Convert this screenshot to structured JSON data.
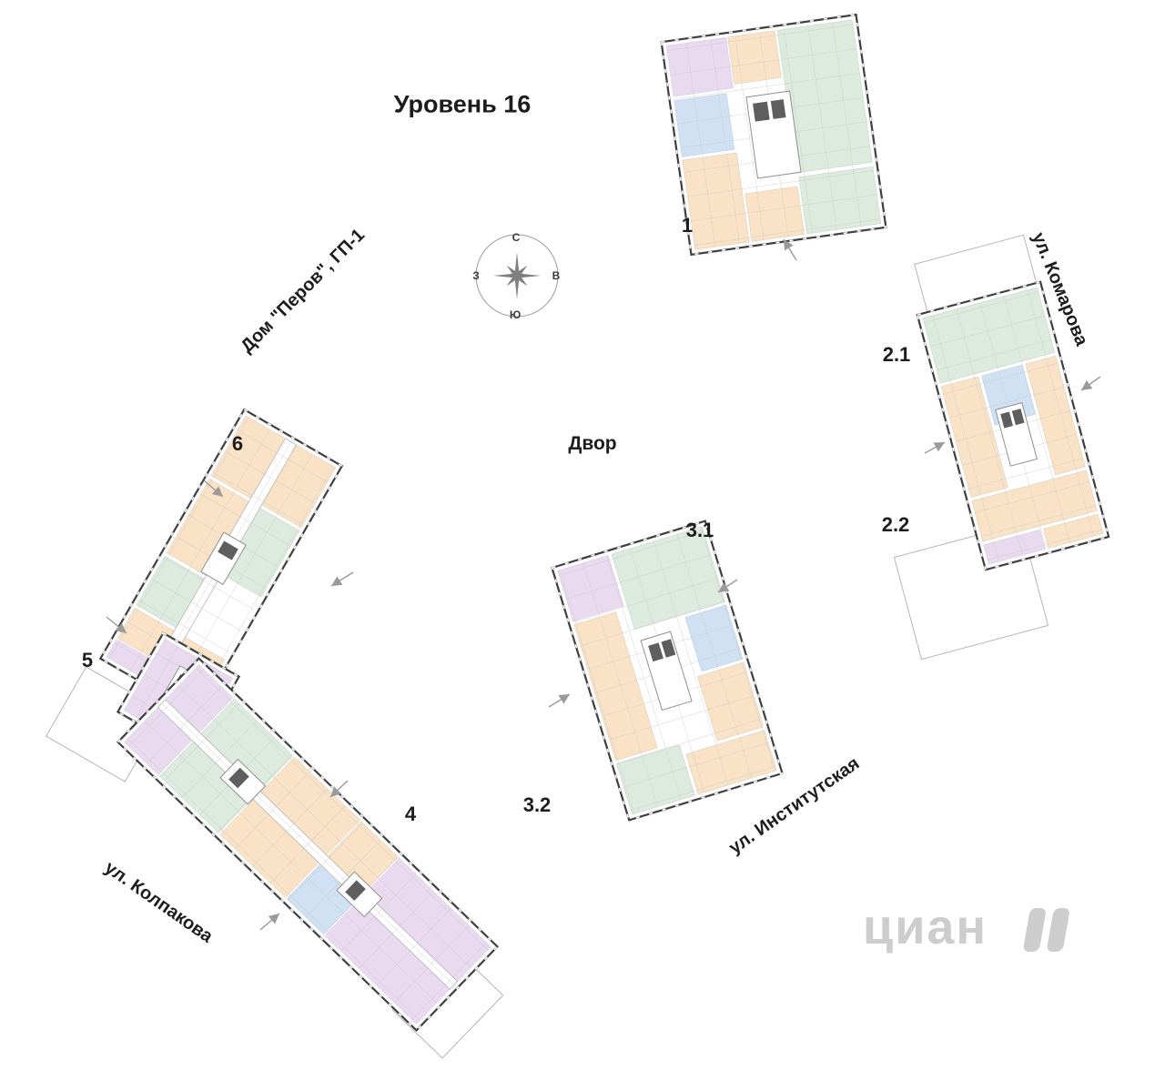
{
  "page": {
    "title": "Уровень 16"
  },
  "plan": {
    "project_label": "Дом \"Перов\", ГП-1",
    "courtyard_label": "Двор"
  },
  "buildings": [
    {
      "label": "1"
    },
    {
      "label": "2.1"
    },
    {
      "label": "2.2"
    },
    {
      "label": "3.1"
    },
    {
      "label": "3.2"
    },
    {
      "label": "4"
    },
    {
      "label": "5"
    },
    {
      "label": "6"
    }
  ],
  "streets": [
    {
      "name": "ул. Комарова"
    },
    {
      "name": "ул. Институтская"
    },
    {
      "name": "ул. Колпакова"
    }
  ],
  "compass": {
    "north": "С",
    "east": "В",
    "south": "Ю",
    "west": "З"
  },
  "watermark": {
    "text": "циан"
  },
  "colors": {
    "orange": "#f9e2c6",
    "green": "#dcebdd",
    "blue": "#cfe1f3",
    "purple": "#e9daf0",
    "wall": "#3f3f3f",
    "outline": "#b5b5b5",
    "arrow": "#9a9a9a",
    "watermark": "#cdcdcd"
  }
}
